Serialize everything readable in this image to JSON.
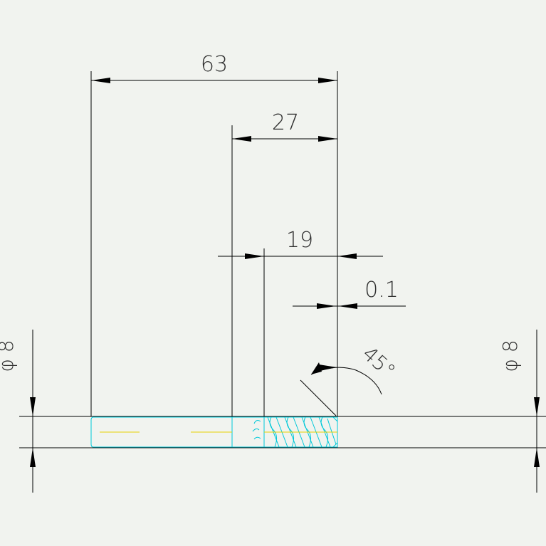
{
  "dimensions": {
    "overall_length": "63",
    "length_27": "27",
    "thread_length": "19",
    "chamfer_offset": "0.1",
    "chamfer_angle": "45°",
    "diameter_left": "φ 8",
    "diameter_right": "φ 8"
  },
  "colors": {
    "background": "#f1f3ef",
    "dimension_lines": "#000000",
    "part_outline": "#00c8d8",
    "centerline": "#e6d200"
  }
}
